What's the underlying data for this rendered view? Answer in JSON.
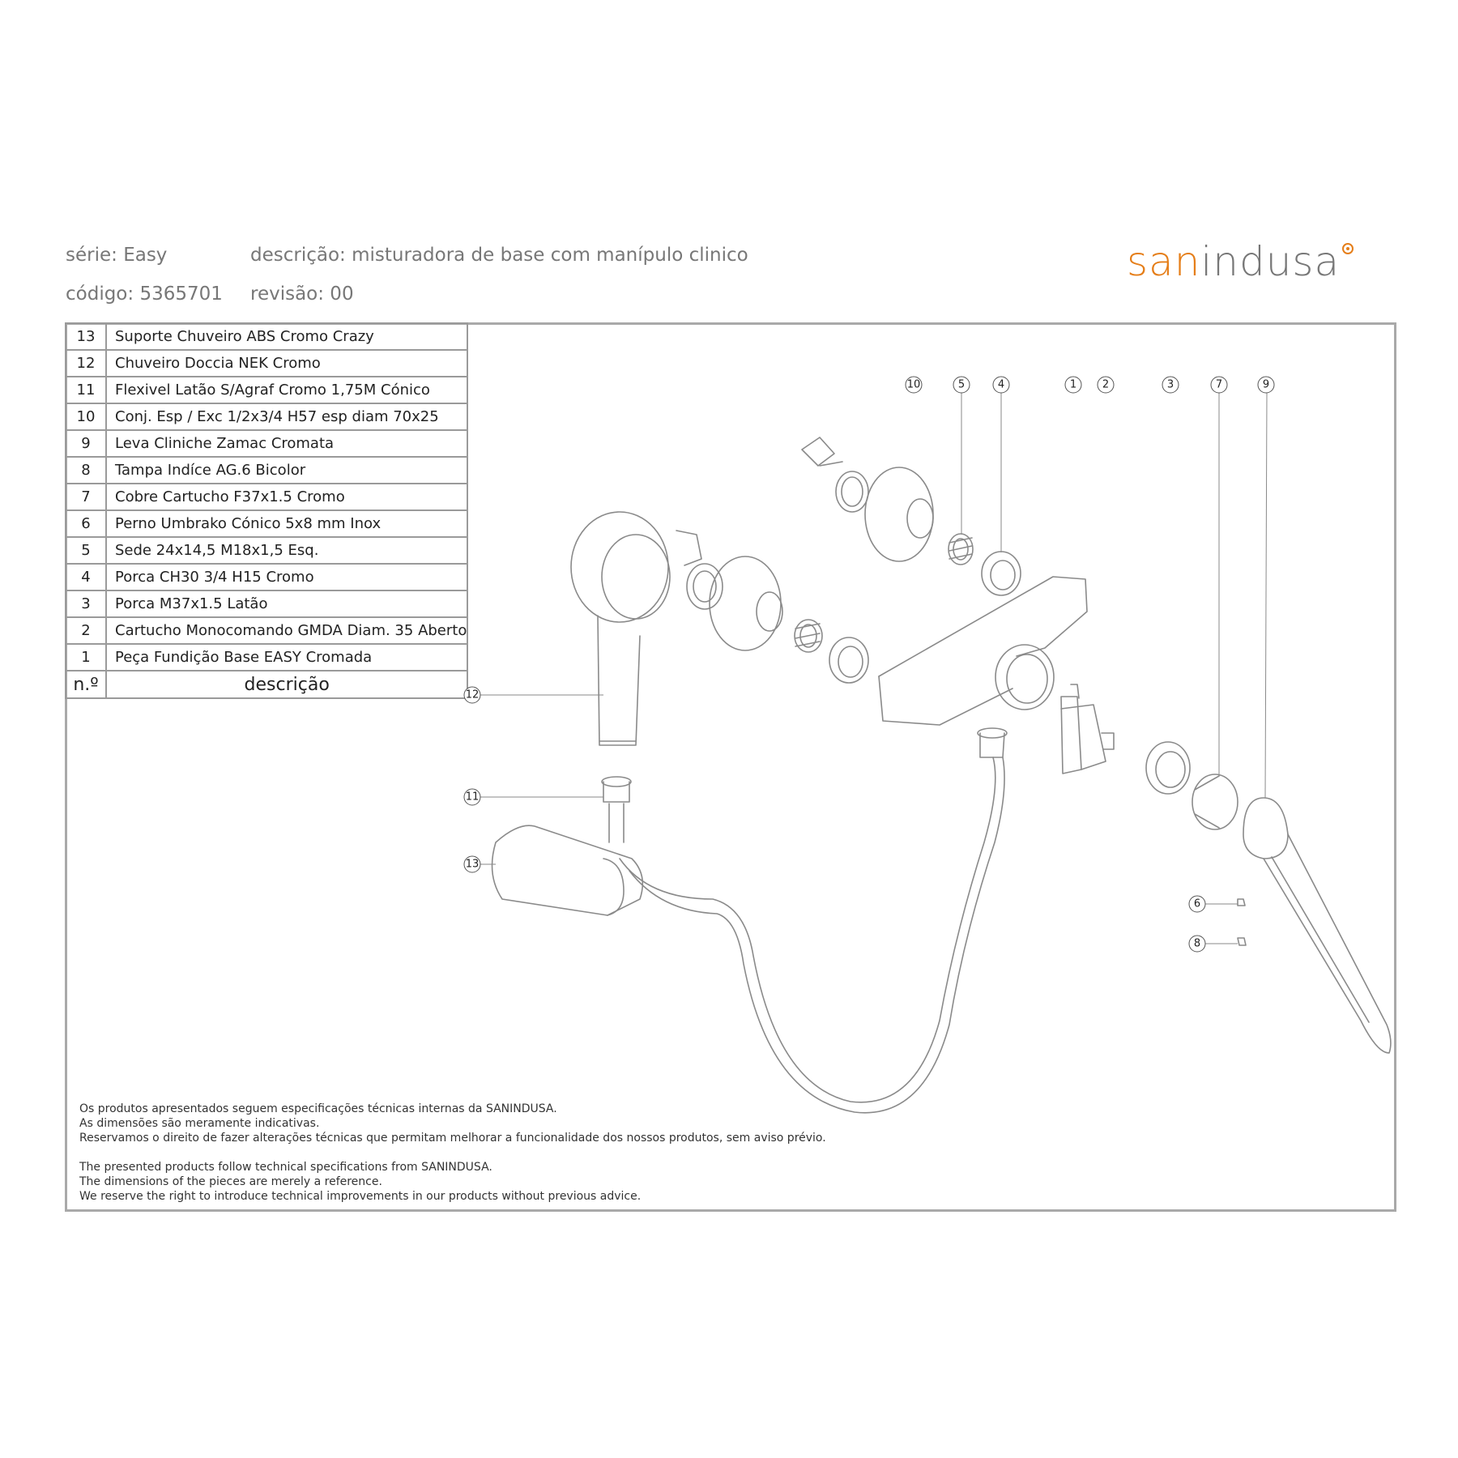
{
  "header": {
    "serie": "série: Easy",
    "codigo": "código: 5365701",
    "descricao": "descrição: misturadora de base com manípulo clinico",
    "revisao": "revisão: 00"
  },
  "logo": {
    "part1": "san",
    "part2": "indusa"
  },
  "colors": {
    "brand_orange": "#e57e19",
    "frame_gray": "#a9a9a9",
    "text_gray": "#777777"
  },
  "parts_table": {
    "rows": [
      {
        "n": "13",
        "desc": "Suporte Chuveiro ABS Cromo Crazy"
      },
      {
        "n": "12",
        "desc": "Chuveiro Doccia NEK Cromo"
      },
      {
        "n": "11",
        "desc": "Flexivel Latão S/Agraf Cromo 1,75M Cónico"
      },
      {
        "n": "10",
        "desc": "Conj. Esp / Exc 1/2x3/4 H57 esp diam 70x25"
      },
      {
        "n": "9",
        "desc": "Leva Cliniche Zamac Cromata"
      },
      {
        "n": "8",
        "desc": "Tampa Indíce AG.6 Bicolor"
      },
      {
        "n": "7",
        "desc": "Cobre Cartucho F37x1.5 Cromo"
      },
      {
        "n": "6",
        "desc": "Perno Umbrako Cónico 5x8 mm Inox"
      },
      {
        "n": "5",
        "desc": "Sede 24x14,5  M18x1,5 Esq."
      },
      {
        "n": "4",
        "desc": "Porca CH30 3/4 H15 Cromo"
      },
      {
        "n": "3",
        "desc": "Porca M37x1.5 Latão"
      },
      {
        "n": "2",
        "desc": "Cartucho Monocomando GMDA Diam. 35 Aberto"
      },
      {
        "n": "1",
        "desc": "Peça Fundição Base EASY Cromada"
      }
    ],
    "head_n": "n.º",
    "head_desc": "descrição"
  },
  "callouts": {
    "top": [
      "10",
      "5",
      "4",
      "1",
      "2",
      "3",
      "7",
      "9"
    ],
    "left": [
      "12",
      "11",
      "13"
    ],
    "right": [
      "6",
      "8"
    ]
  },
  "notes": {
    "pt": [
      "Os produtos apresentados seguem especificações técnicas internas da SANINDUSA.",
      "As dimensões são meramente indicativas.",
      "Reservamos o direito de fazer alterações técnicas que permitam melhorar a funcionalidade dos nossos produtos, sem aviso prévio."
    ],
    "en": [
      "The presented products follow technical specifications from SANINDUSA.",
      "The dimensions of the pieces are merely a reference.",
      "We reserve the right to introduce technical improvements in our products without previous advice."
    ]
  }
}
